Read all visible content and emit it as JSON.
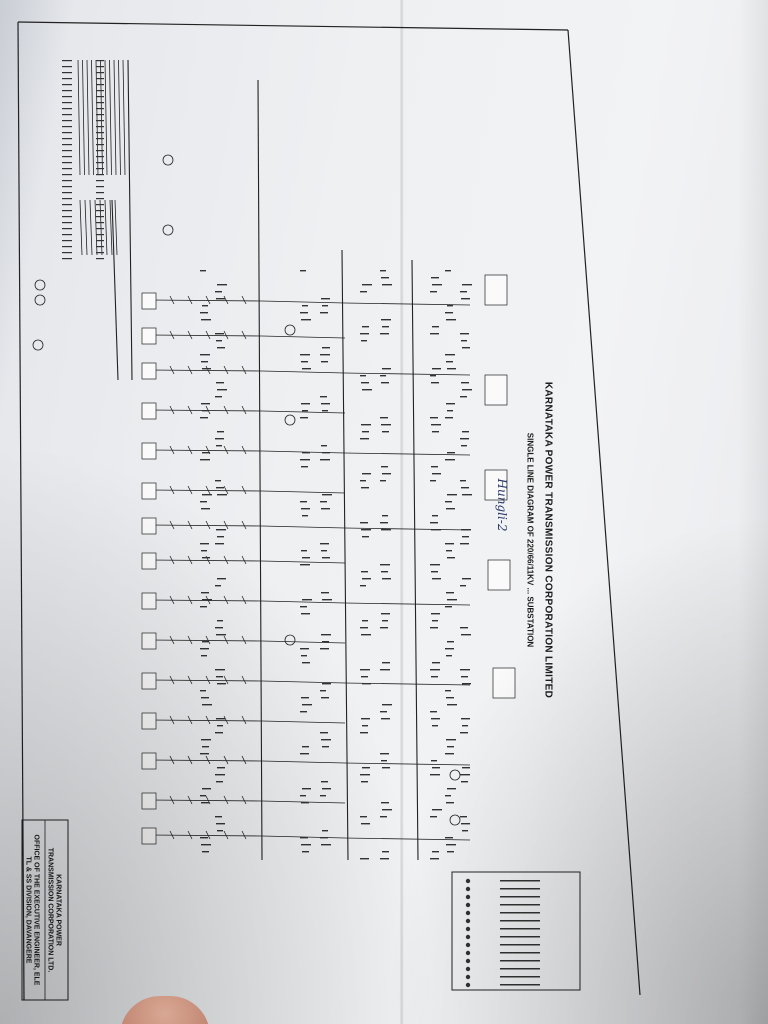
{
  "document": {
    "title": "KARNATAKA POWER TRANSMISSION CORPORATION LIMITED",
    "subtitle": "SINGLE LINE DIAGRAM OF 220/66/11KV ... SUBSTATION",
    "handwritten_note": "Hungli-2",
    "title_block": {
      "org_line1": "KARNATAKA POWER",
      "org_line2": "TRANSMISSION CORPORATION LTD.",
      "office_line1": "OFFICE OF THE EXECUTIVE ENGINEER, ELE",
      "office_line2": "TL & SS DIVISION, DAVANGERE"
    },
    "colors": {
      "ink": "#1e1e1e",
      "paper": "#eef0f2",
      "handwriting": "#2a3a6a"
    }
  }
}
